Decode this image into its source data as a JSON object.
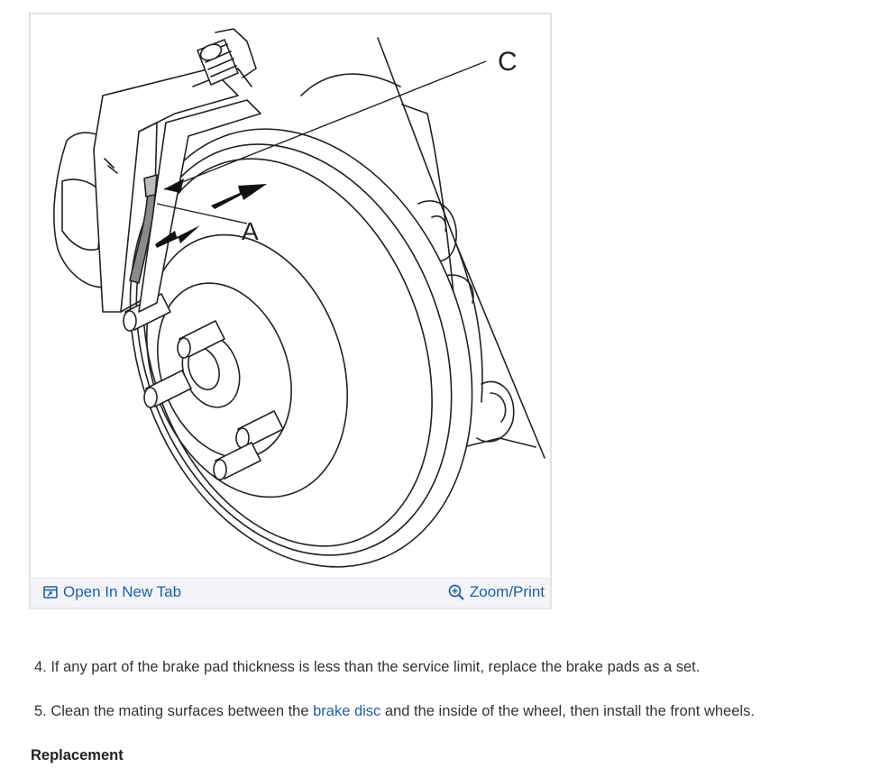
{
  "figure": {
    "callouts": {
      "a": "A",
      "c": "C"
    },
    "open_tab_label": "Open In New Tab",
    "zoom_label": "Zoom/Print"
  },
  "steps": [
    {
      "text": "4. If any part of the brake pad thickness is less than the service limit, replace the brake pads as a set."
    },
    {
      "before": "5. Clean the mating surfaces between the ",
      "link": "brake disc",
      "after": " and the inside of the wheel, then install the front wheels."
    }
  ],
  "section_heading": "Replacement",
  "colors": {
    "link": "#1f5fa8",
    "bar_bg": "#f3f4f7",
    "border": "#e2e4e7",
    "text": "#333333"
  }
}
